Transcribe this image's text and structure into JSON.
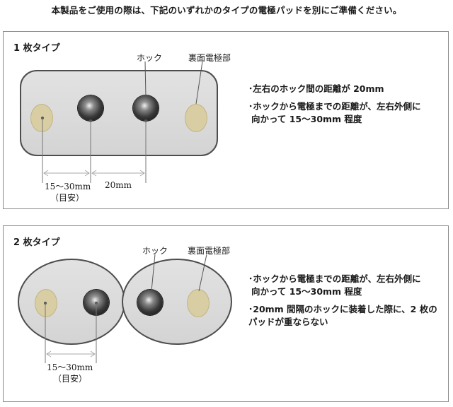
{
  "header": {
    "text": "本製品をご使用の際は、下記のいずれかのタイプの電極パッドを別にご準備ください。"
  },
  "panel1": {
    "title": "1 枚タイプ",
    "hook_label": "ホック",
    "back_label": "裏面電極部",
    "dim_left": "15〜30mm",
    "dim_left_note": "（目安）",
    "dim_right": "20mm",
    "bullets": [
      "･左右のホック間の距離が 20mm",
      "･ホックから電極までの距離が、左右外側に",
      "  向かって 15〜30mm 程度"
    ]
  },
  "panel2": {
    "title": "2 枚タイプ",
    "hook_label": "ホック",
    "back_label": "裏面電極部",
    "dim_left": "15〜30mm",
    "dim_left_note": "（目安）",
    "bullets": [
      "･ホックから電極までの距離が、左右外側に",
      "  向かって 15〜30mm 程度",
      "･20mm 間隔のホックに装着した際に、2 枚の",
      "パッドが重ならない"
    ]
  }
}
